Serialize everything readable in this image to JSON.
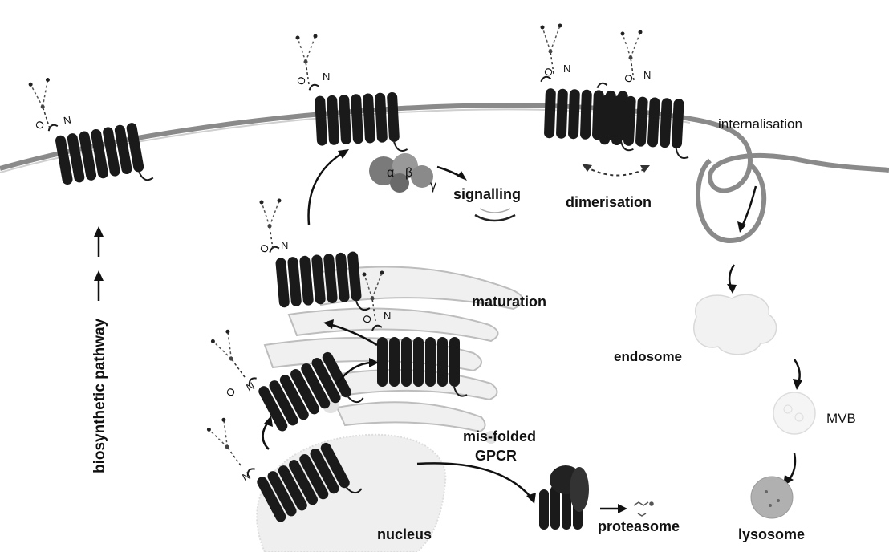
{
  "labels": {
    "internalisation": "internalisation",
    "signalling": "signalling",
    "dimerisation": "dimerisation",
    "maturation": "maturation",
    "endosome": "endosome",
    "mvb": "MVB",
    "misfolded_line1": "mis-folded",
    "misfolded_line2": "GPCR",
    "proteasome": "proteasome",
    "nucleus": "nucleus",
    "lysosome": "lysosome",
    "biosynthetic": "biosynthetic pathway",
    "alpha": "α",
    "beta": "β",
    "gamma": "γ",
    "o": "O",
    "n": "N"
  },
  "colors": {
    "receptor": "#1a1a1a",
    "membrane": "#8a8a8a",
    "organelle": "#c8c8c8",
    "gprotein": "#7a7a7a"
  }
}
